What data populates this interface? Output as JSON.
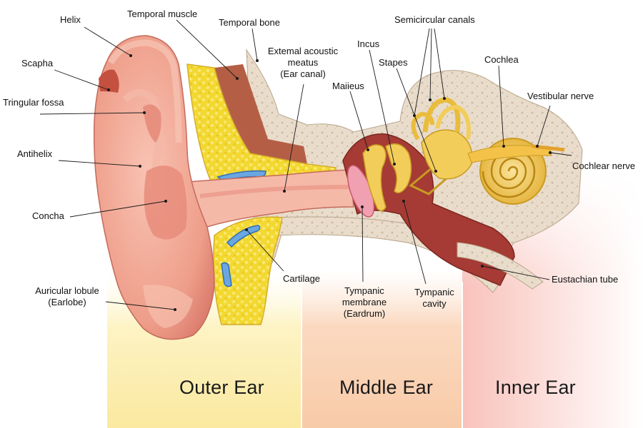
{
  "sections": {
    "outer": "Outer Ear",
    "middle": "Middle Ear",
    "inner": "Inner Ear"
  },
  "labels": {
    "helix": "Helix",
    "temporal_muscle": "Temporal muscle",
    "temporal_bone": "Temporal bone",
    "external_meatus_line1": "Extemal acoustic",
    "external_meatus_line2": "meatus",
    "external_meatus_line3": "(Ear canal)",
    "incus": "Incus",
    "semicircular_canals": "Semicircular canals",
    "stapes": "Stapes",
    "cochlea": "Cochlea",
    "malleus": "Maiieus",
    "vestibular_nerve": "Vestibular nerve",
    "cochlear_nerve": "Cochlear nerve",
    "scapha": "Scapha",
    "triangular_fossa": "Tringular fossa",
    "antihelix": "Antihelix",
    "concha": "Concha",
    "cartilage": "Cartilage",
    "eustachian_tube": "Eustachian tube",
    "lobule_line1": "Auricular lobule",
    "lobule_line2": "(Earlobe)",
    "tympanic_membrane_line1": "Tympanic",
    "tympanic_membrane_line2": "membrane",
    "tympanic_membrane_line3": "(Eardrum)",
    "tympanic_cavity_line1": "Tympanic",
    "tympanic_cavity_line2": "cavity"
  },
  "colors": {
    "outer_band": "#fdf3c4",
    "middle_band": "#fbd9c0",
    "inner_band": "#f9c2bb",
    "skin": "#f2a896",
    "bone": "#e9d9c4",
    "cartilage": "#f4dc3c",
    "canal_wall": "#b2413b",
    "ossicles": "#f2cd5a"
  }
}
